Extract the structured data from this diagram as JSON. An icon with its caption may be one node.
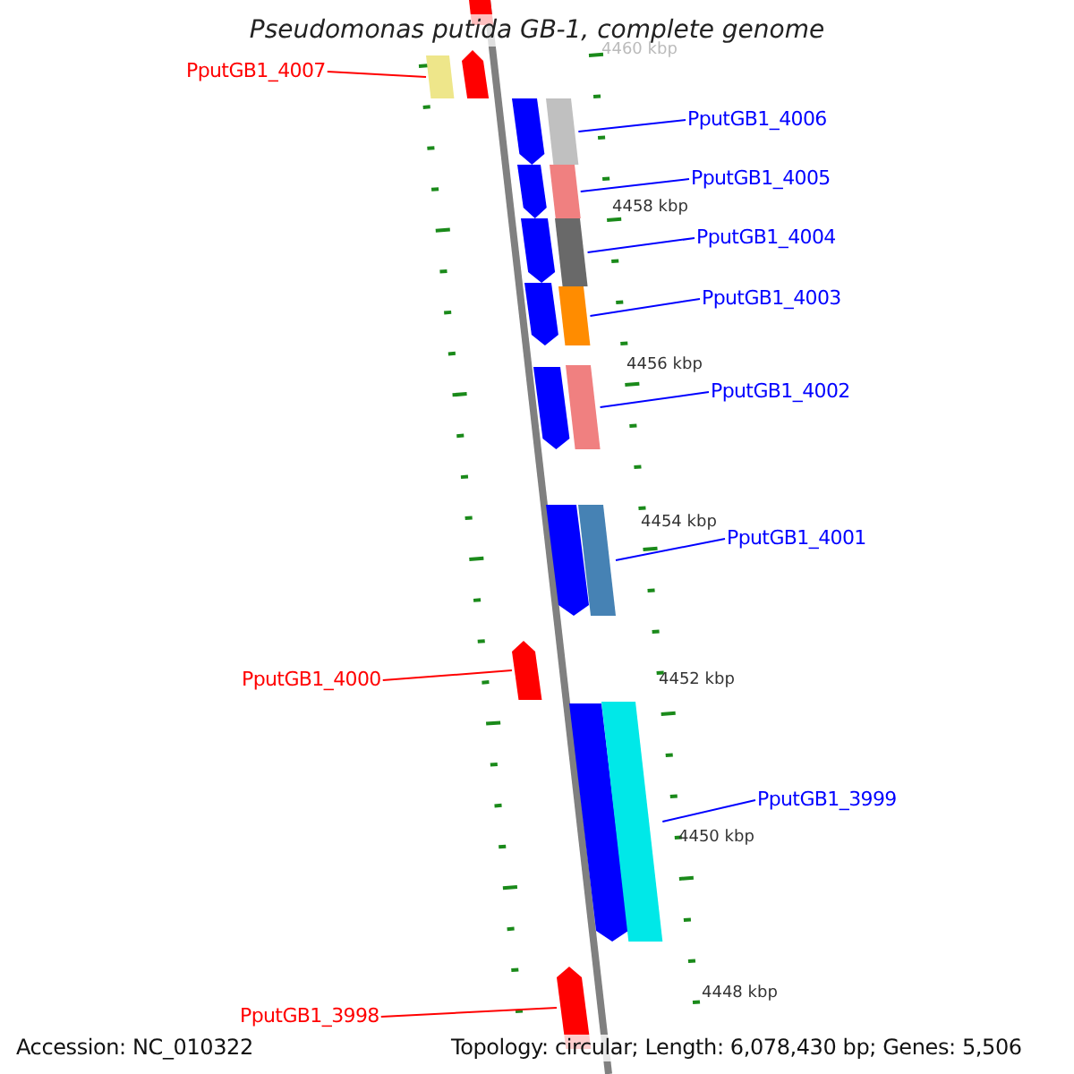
{
  "diagram": {
    "title": "Pseudomonas putida GB-1, complete genome",
    "nodes": [
      {
        "text": [
          "PputGB1_4007"
        ]
      },
      {
        "text": [],
        "shape": "bar"
      },
      {
        "text": [
          "PputGB1_4006"
        ]
      },
      {
        "text": [],
        "shape": "bar"
      },
      {
        "text": [
          "PputGB1_4005"
        ]
      },
      {
        "text": [],
        "shape": "bar"
      },
      {
        "text": [
          "PputGB1_4004"
        ]
      },
      {
        "text": [],
        "shape": "bar"
      },
      {
        "text": [
          "PputGB1_4003"
        ]
      },
      {
        "text": [],
        "shape": "bar"
      },
      {
        "text": [
          "PputGB1_4002"
        ]
      },
      {
        "text": [],
        "shape": "bar"
      },
      {
        "text": [
          "PputGB1_4001"
        ]
      },
      {
        "text": [],
        "shape": "bar"
      },
      {
        "text": [
          "PputGB1_4000"
        ]
      },
      {
        "text": [],
        "shape": "bar"
      },
      {
        "text": [
          "PputGB1_3999"
        ]
      },
      {
        "text": [],
        "shape": "bar"
      },
      {
        "text": [
          "PputGB1_3998"
        ]
      },
      {
        "text": [],
        "shape": "bar"
      }
    ],
    "edges": [
      {
        "from": 0,
        "to": 1,
        "arrow": "none",
        "color": "#ff0000"
      },
      {
        "from": 2,
        "to": 3,
        "arrow": "none"
      },
      {
        "from": 4,
        "to": 5,
        "arrow": "none"
      },
      {
        "from": 6,
        "to": 7,
        "arrow": "none"
      },
      {
        "from": 8,
        "to": 9,
        "arrow": "none"
      },
      {
        "from": 10,
        "to": 11,
        "arrow": "none"
      },
      {
        "from": 12,
        "to": 13,
        "arrow": "none"
      },
      {
        "from": 14,
        "to": 15,
        "arrow": "none",
        "color": "#ff0000"
      },
      {
        "from": 16,
        "to": 17,
        "arrow": "none"
      },
      {
        "from": 18,
        "to": 19,
        "arrow": "none",
        "color": "#ff0000"
      }
    ],
    "labels": [
      "4460 kbp",
      "4458 kbp",
      "4456 kbp",
      "4454 kbp",
      "4452 kbp",
      "4450 kbp",
      "4448 kbp",
      "Accession: NC_010322",
      "Topology: circular; Length: 6,078,430 bp; Genes: 5,506"
    ]
  }
}
